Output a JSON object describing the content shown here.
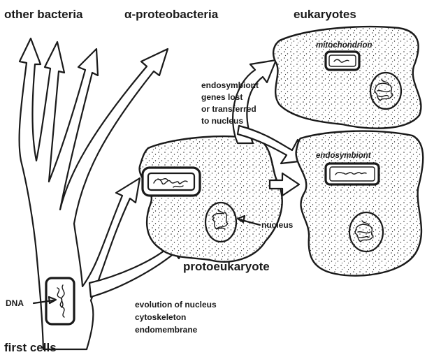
{
  "labels": {
    "other_bacteria": "other bacteria",
    "alpha_proteobacteria": "α-proteobacteria",
    "eukaryotes": "eukaryotes",
    "mitochondrion": "mitochondrion",
    "endosymbiont_genes_line1": "endosymbiont",
    "endosymbiont_genes_line2": "genes lost",
    "endosymbiont_genes_line3": "or transferred",
    "endosymbiont_genes_line4": "to nucleus",
    "endosymbiont": "endosymbiont",
    "nucleus": "nucleus",
    "protoeukaryote": "protoeukaryote",
    "dna": "DNA",
    "evolution_line1": "evolution of nucleus",
    "evolution_line2": "cytoskeleton",
    "evolution_line3": "endomembrane",
    "first_cells": "first cells"
  }
}
